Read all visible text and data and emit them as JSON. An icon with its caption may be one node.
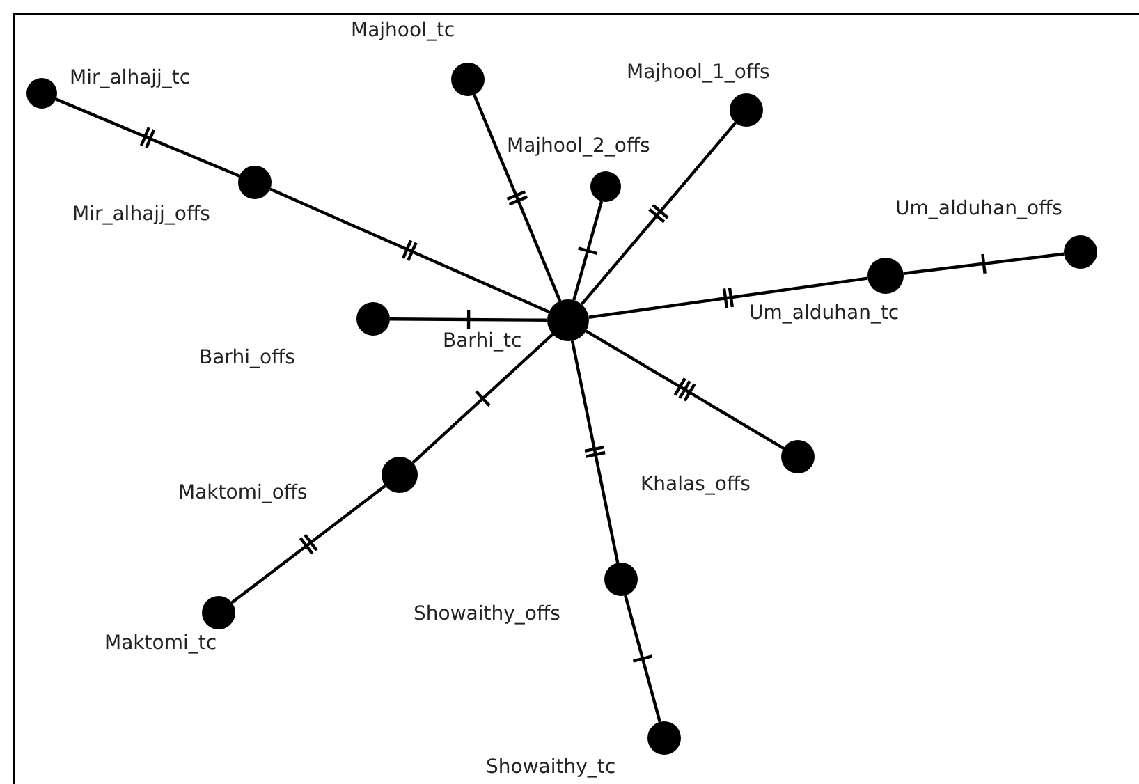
{
  "diagram": {
    "nodes": [
      {
        "text": [],
        "shape": "circle",
        "beside": [
          "Barhi_tc"
        ]
      },
      {
        "text": [],
        "shape": "circle",
        "beside": [
          "Mir_alhajj_tc"
        ]
      },
      {
        "text": [],
        "shape": "circle",
        "beside": [
          "Mir_alhajj_offs"
        ]
      },
      {
        "text": [],
        "shape": "circle",
        "beside": [
          "Majhool_tc"
        ]
      },
      {
        "text": [],
        "shape": "circle",
        "beside": [
          "Majhool_2_offs"
        ]
      },
      {
        "text": [],
        "shape": "circle",
        "beside": [
          "Majhool_1_offs"
        ]
      },
      {
        "text": [],
        "shape": "circle",
        "beside": [
          "Um_alduhan_tc"
        ]
      },
      {
        "text": [],
        "shape": "circle",
        "beside": [
          "Um_alduhan_offs"
        ]
      },
      {
        "text": [],
        "shape": "circle",
        "beside": [
          "Barhi_offs"
        ]
      },
      {
        "text": [],
        "shape": "circle",
        "beside": [
          "Khalas_offs"
        ]
      },
      {
        "text": [],
        "shape": "circle",
        "beside": [
          "Showaithy_offs"
        ]
      },
      {
        "text": [],
        "shape": "circle",
        "beside": [
          "Showaithy_tc"
        ]
      },
      {
        "text": [],
        "shape": "circle",
        "beside": [
          "Maktomi_offs"
        ]
      },
      {
        "text": [],
        "shape": "circle",
        "beside": [
          "Maktomi_tc"
        ]
      }
    ],
    "edges": [
      {
        "from": 1,
        "to": 2,
        "arrow": "none"
      },
      {
        "from": 2,
        "to": 0,
        "arrow": "none"
      },
      {
        "from": 3,
        "to": 0,
        "arrow": "none"
      },
      {
        "from": 4,
        "to": 0,
        "arrow": "none"
      },
      {
        "from": 5,
        "to": 0,
        "arrow": "none"
      },
      {
        "from": 0,
        "to": 6,
        "arrow": "none"
      },
      {
        "from": 6,
        "to": 7,
        "arrow": "none"
      },
      {
        "from": 8,
        "to": 0,
        "arrow": "none"
      },
      {
        "from": 0,
        "to": 9,
        "arrow": "none"
      },
      {
        "from": 0,
        "to": 10,
        "arrow": "none"
      },
      {
        "from": 10,
        "to": 11,
        "arrow": "none"
      },
      {
        "from": 0,
        "to": 12,
        "arrow": "none"
      },
      {
        "from": 12,
        "to": 13,
        "arrow": "none"
      }
    ]
  }
}
